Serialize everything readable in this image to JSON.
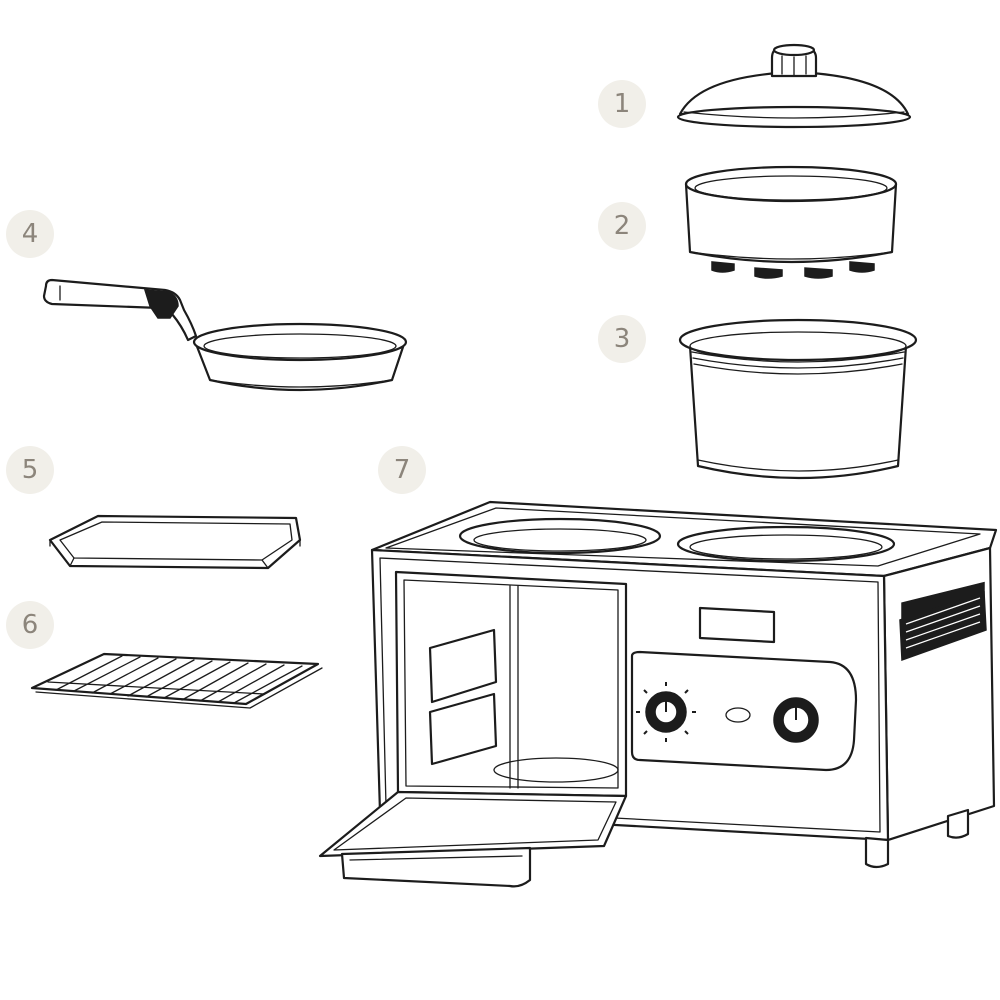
{
  "diagram": {
    "parts": [
      {
        "number": "1",
        "name": "lid"
      },
      {
        "number": "2",
        "name": "steamer-basket"
      },
      {
        "number": "3",
        "name": "coffee-pot"
      },
      {
        "number": "4",
        "name": "frying-pan"
      },
      {
        "number": "5",
        "name": "baking-tray"
      },
      {
        "number": "6",
        "name": "wire-rack"
      },
      {
        "number": "7",
        "name": "main-unit"
      }
    ]
  },
  "colors": {
    "callout_bg": "#f1efe9",
    "callout_text": "#8c857b",
    "line": "#1c1c1c"
  }
}
